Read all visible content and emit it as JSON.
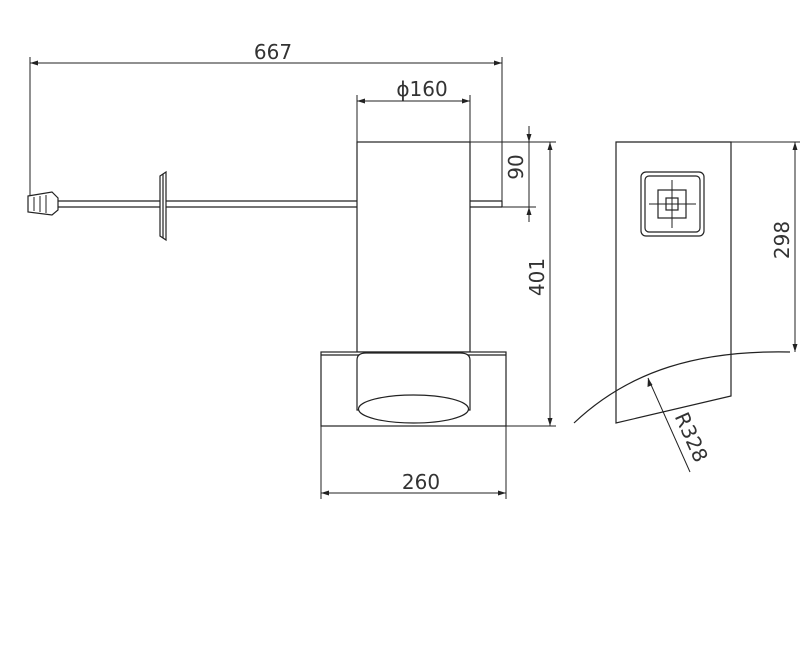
{
  "dimensions": {
    "overall_width": "667",
    "duct_diameter": "ϕ160",
    "bracket_offset": "90",
    "total_height": "401",
    "base_width": "260",
    "side_height": "298",
    "radius": "R328"
  },
  "colors": {
    "line": "#222222",
    "text": "#333333",
    "background": "#ffffff"
  }
}
